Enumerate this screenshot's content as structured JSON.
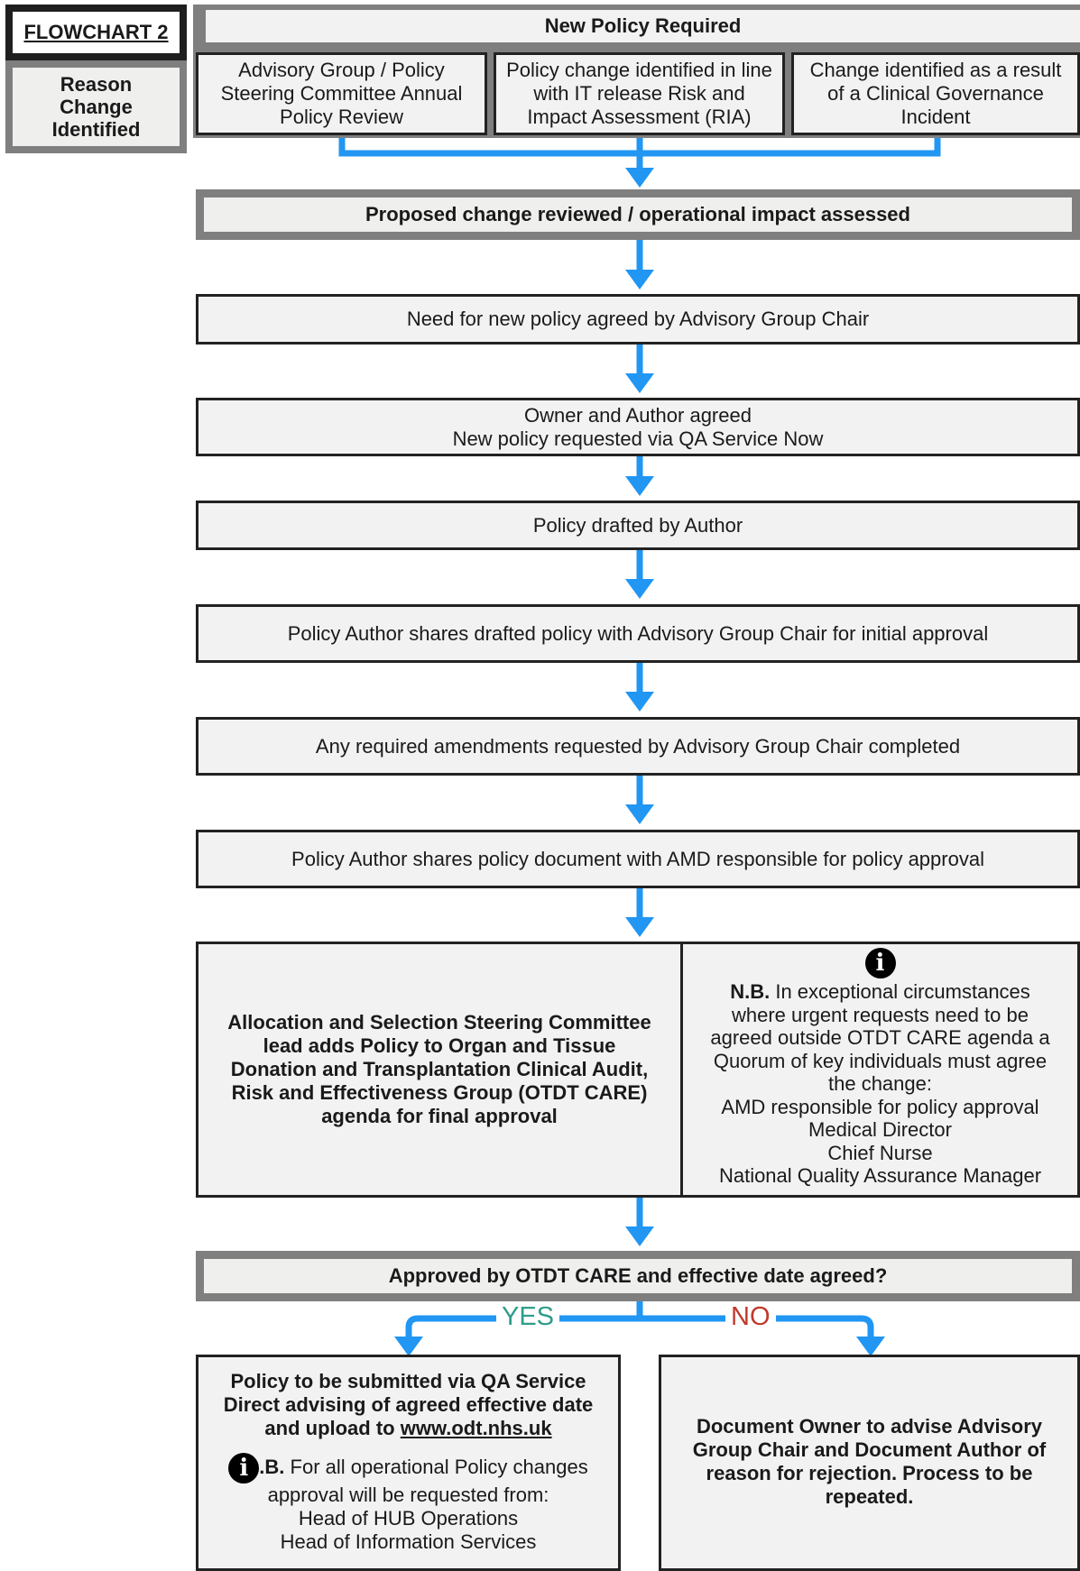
{
  "side": {
    "title": "FLOWCHART 2",
    "reason_lines": [
      "Reason",
      "Change",
      "Identified"
    ]
  },
  "top": {
    "header": "New Policy Required",
    "sources": [
      [
        "Advisory Group / Policy",
        "Steering Committee Annual",
        "Policy Review"
      ],
      [
        "Policy change identified in line",
        "with IT release Risk and",
        "Impact Assessment (RIA)"
      ],
      [
        "Change identified as a result",
        "of a Clinical Governance",
        "Incident"
      ]
    ]
  },
  "steps": {
    "reviewed": "Proposed change reviewed / operational impact assessed",
    "need": "Need for new policy agreed by Advisory Group Chair",
    "owner_1": "Owner and Author agreed",
    "owner_2": "New policy requested via QA Service Now",
    "drafted": "Policy drafted by Author",
    "shares_initial": "Policy Author shares drafted policy with Advisory Group Chair for initial approval",
    "amendments": "Any required amendments requested by Advisory Group Chair completed",
    "shares_amd": "Policy Author shares policy document with AMD responsible for policy approval"
  },
  "allocation": {
    "lines": [
      "Allocation and Selection Steering Committee",
      "lead adds Policy to Organ and Tissue",
      "Donation and Transplantation Clinical Audit,",
      "Risk and Effectiveness Group (OTDT CARE)",
      "agenda for final approval"
    ]
  },
  "nb_quorum": {
    "icon": "info-icon",
    "nb": "N.B.",
    "lines": [
      "In exceptional circumstances",
      "where urgent requests need to be",
      "agreed outside OTDT CARE agenda a",
      "Quorum of key individuals must agree",
      "the change:",
      "AMD responsible for policy approval",
      "Medical Director",
      "Chief Nurse",
      "National Quality Assurance Manager"
    ]
  },
  "decision": {
    "question": "Approved by OTDT CARE and effective date agreed?",
    "yes": "YES",
    "no": "NO",
    "yes_color": "#2e9e8a",
    "no_color": "#c0392b"
  },
  "yes_box": {
    "lines": [
      "Policy to be submitted via QA Service",
      "Direct advising of agreed effective date"
    ],
    "upload": "and upload to",
    "link": "www.odt.nhs.uk",
    "nb_tail": ".B.",
    "nb_lines": [
      "For all operational Policy changes",
      "approval will be requested from:",
      "Head of HUB Operations",
      "Head of Information Services"
    ]
  },
  "no_box": {
    "lines": [
      "Document Owner to advise Advisory",
      "Group Chair and Document Author of",
      "reason for rejection. Process to be",
      "repeated."
    ]
  },
  "colors": {
    "arrow": "#2196f3",
    "border_dark": "#222222",
    "border_grey": "#7f7f7f",
    "box_fill": "#f2f2f2"
  }
}
